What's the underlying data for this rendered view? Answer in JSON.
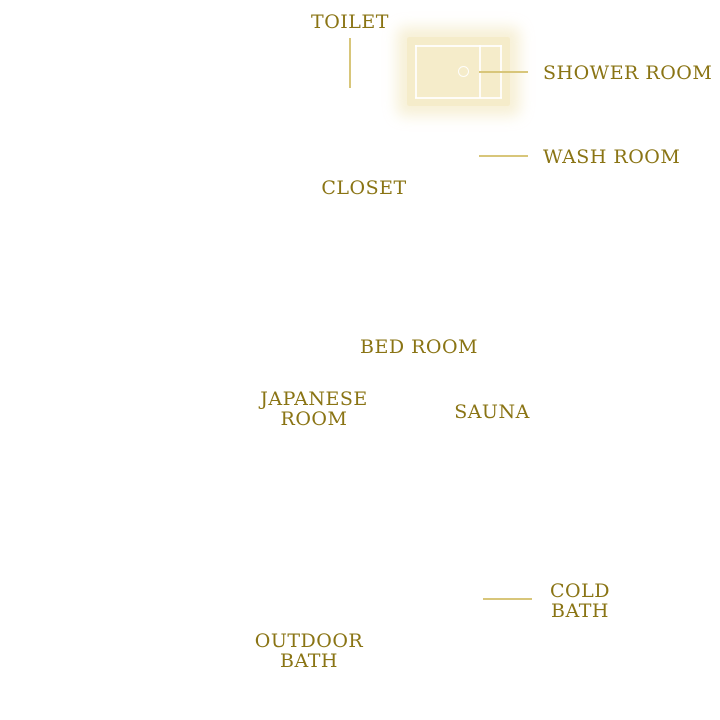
{
  "accent_color": "#8a7414",
  "leader_color": "#d8c67a",
  "highlight_color": "#f4eac4",
  "rooms": {
    "toilet": "TOILET",
    "shower_room": "SHOWER ROOM",
    "wash_room": "WASH ROOM",
    "closet": "CLOSET",
    "bed_room": "BED ROOM",
    "japanese_room_line1": "JAPANESE",
    "japanese_room_line2": "ROOM",
    "sauna": "SAUNA",
    "cold_bath_line1": "COLD",
    "cold_bath_line2": "BATH",
    "outdoor_bath_line1": "OUTDOOR",
    "outdoor_bath_line2": "BATH"
  },
  "highlighted_room": "shower_room"
}
